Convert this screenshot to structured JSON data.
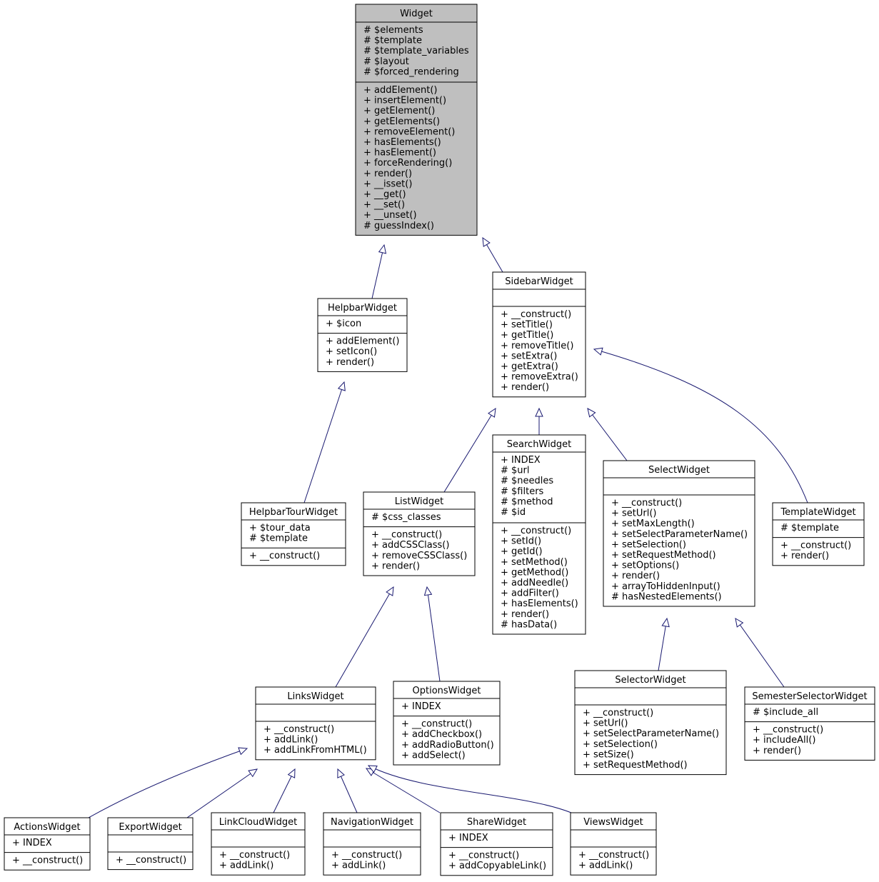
{
  "diagram_type": "class inheritance",
  "colors": {
    "edge": "#191970",
    "box_border": "#000000",
    "root_fill": "#bfbfbf",
    "box_fill": "#ffffff"
  },
  "classes": {
    "Widget": {
      "name": "Widget",
      "attributes": [
        "# $elements",
        "# $template",
        "# $template_variables",
        "# $layout",
        "# $forced_rendering"
      ],
      "methods": [
        "+ addElement()",
        "+ insertElement()",
        "+ getElement()",
        "+ getElements()",
        "+ removeElement()",
        "+ hasElements()",
        "+ hasElement()",
        "+ forceRendering()",
        "+ render()",
        "+ __isset()",
        "+ __get()",
        "+ __set()",
        "+ __unset()",
        "# guessIndex()"
      ]
    },
    "HelpbarWidget": {
      "name": "HelpbarWidget",
      "attributes": [
        "+ $icon"
      ],
      "methods": [
        "+ addElement()",
        "+ setIcon()",
        "+ render()"
      ]
    },
    "SidebarWidget": {
      "name": "SidebarWidget",
      "attributes": [],
      "methods": [
        "+ __construct()",
        "+ setTitle()",
        "+ getTitle()",
        "+ removeTitle()",
        "+ setExtra()",
        "+ getExtra()",
        "+ removeExtra()",
        "+ render()"
      ]
    },
    "HelpbarTourWidget": {
      "name": "HelpbarTourWidget",
      "attributes": [
        "+ $tour_data",
        "# $template"
      ],
      "methods": [
        "+ __construct()"
      ]
    },
    "ListWidget": {
      "name": "ListWidget",
      "attributes": [
        "# $css_classes"
      ],
      "methods": [
        "+ __construct()",
        "+ addCSSClass()",
        "+ removeCSSClass()",
        "+ render()"
      ]
    },
    "SearchWidget": {
      "name": "SearchWidget",
      "attributes": [
        "+ INDEX",
        "# $url",
        "# $needles",
        "# $filters",
        "# $method",
        "# $id"
      ],
      "methods": [
        "+ __construct()",
        "+ setId()",
        "+ getId()",
        "+ setMethod()",
        "+ getMethod()",
        "+ addNeedle()",
        "+ addFilter()",
        "+ hasElements()",
        "+ render()",
        "# hasData()"
      ]
    },
    "SelectWidget": {
      "name": "SelectWidget",
      "attributes": [],
      "methods": [
        "+ __construct()",
        "+ setUrl()",
        "+ setMaxLength()",
        "+ setSelectParameterName()",
        "+ setSelection()",
        "+ setRequestMethod()",
        "+ setOptions()",
        "+ render()",
        "+ arrayToHiddenInput()",
        "# hasNestedElements()"
      ]
    },
    "TemplateWidget": {
      "name": "TemplateWidget",
      "attributes": [
        "# $template"
      ],
      "methods": [
        "+ __construct()",
        "+ render()"
      ]
    },
    "LinksWidget": {
      "name": "LinksWidget",
      "attributes": [],
      "methods": [
        "+ __construct()",
        "+ addLink()",
        "+ addLinkFromHTML()"
      ]
    },
    "OptionsWidget": {
      "name": "OptionsWidget",
      "attributes": [
        "+ INDEX"
      ],
      "methods": [
        "+ __construct()",
        "+ addCheckbox()",
        "+ addRadioButton()",
        "+ addSelect()"
      ]
    },
    "SelectorWidget": {
      "name": "SelectorWidget",
      "attributes": [],
      "methods": [
        "+ __construct()",
        "+ setUrl()",
        "+ setSelectParameterName()",
        "+ setSelection()",
        "+ setSize()",
        "+ setRequestMethod()"
      ]
    },
    "SemesterSelectorWidget": {
      "name": "SemesterSelectorWidget",
      "attributes": [
        "# $include_all"
      ],
      "methods": [
        "+ __construct()",
        "+ includeAll()",
        "+ render()"
      ]
    },
    "ActionsWidget": {
      "name": "ActionsWidget",
      "attributes": [
        "+ INDEX"
      ],
      "methods": [
        "+ __construct()"
      ]
    },
    "ExportWidget": {
      "name": "ExportWidget",
      "attributes": [],
      "methods": [
        "+ __construct()"
      ]
    },
    "LinkCloudWidget": {
      "name": "LinkCloudWidget",
      "attributes": [],
      "methods": [
        "+ __construct()",
        "+ addLink()"
      ]
    },
    "NavigationWidget": {
      "name": "NavigationWidget",
      "attributes": [],
      "methods": [
        "+ __construct()",
        "+ addLink()"
      ]
    },
    "ShareWidget": {
      "name": "ShareWidget",
      "attributes": [
        "+ INDEX"
      ],
      "methods": [
        "+ __construct()",
        "+ addCopyableLink()"
      ]
    },
    "ViewsWidget": {
      "name": "ViewsWidget",
      "attributes": [],
      "methods": [
        "+ __construct()",
        "+ addLink()"
      ]
    }
  },
  "inheritance": [
    {
      "child": "HelpbarWidget",
      "parent": "Widget"
    },
    {
      "child": "SidebarWidget",
      "parent": "Widget"
    },
    {
      "child": "HelpbarTourWidget",
      "parent": "HelpbarWidget"
    },
    {
      "child": "ListWidget",
      "parent": "SidebarWidget"
    },
    {
      "child": "SearchWidget",
      "parent": "SidebarWidget"
    },
    {
      "child": "SelectWidget",
      "parent": "SidebarWidget"
    },
    {
      "child": "TemplateWidget",
      "parent": "SidebarWidget"
    },
    {
      "child": "LinksWidget",
      "parent": "ListWidget"
    },
    {
      "child": "OptionsWidget",
      "parent": "ListWidget"
    },
    {
      "child": "SelectorWidget",
      "parent": "SelectWidget"
    },
    {
      "child": "SemesterSelectorWidget",
      "parent": "SelectWidget"
    },
    {
      "child": "ActionsWidget",
      "parent": "LinksWidget"
    },
    {
      "child": "ExportWidget",
      "parent": "LinksWidget"
    },
    {
      "child": "LinkCloudWidget",
      "parent": "LinksWidget"
    },
    {
      "child": "NavigationWidget",
      "parent": "LinksWidget"
    },
    {
      "child": "ShareWidget",
      "parent": "LinksWidget"
    },
    {
      "child": "ViewsWidget",
      "parent": "LinksWidget"
    }
  ]
}
